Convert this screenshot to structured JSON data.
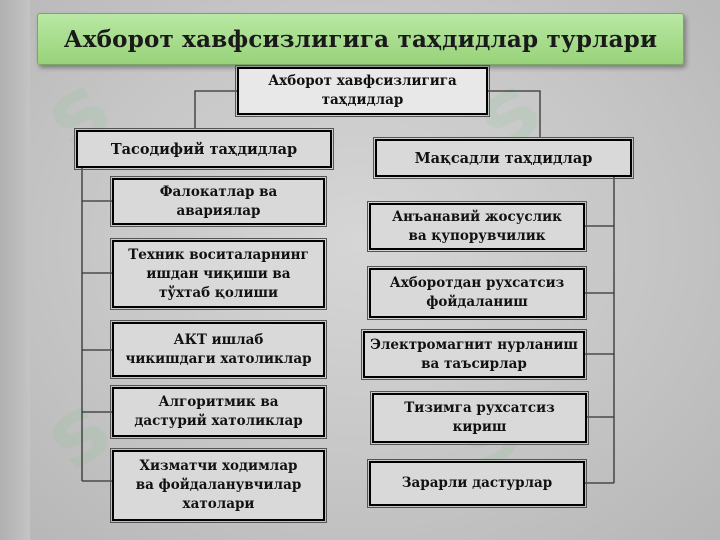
{
  "slide": {
    "title": "Ахборот хавфсизлигига таҳдидлар турлари"
  },
  "diagram": {
    "root": "Ахборот  хавфсизлигига\nтаҳдидлар",
    "left": {
      "heading": "Тасодифий таҳдидлар",
      "items": [
        "Фалокатлар ва\nавариялар",
        "Техник воситаларнинг\nишдан чиқиши ва\nтўхтаб қолиши",
        "АКТ ишлаб\nчикишдаги хатоликлар",
        "Алгоритмик ва\nдастурий хатоликлар",
        "Хизматчи ходимлар\nва фойдаланувчилар\nхатолари"
      ]
    },
    "right": {
      "heading": "Мақсадли  таҳдидлар",
      "items": [
        "Анъанавий жосуслик\nва қупорувчилик",
        "Ахборотдан рухсатсиз\nфойдаланиш",
        "Электромагнит нурланиш\nва  таъсирлар",
        "Тизимга рухсатсиз\nкириш",
        "Зарарли дастурлар"
      ]
    }
  },
  "colors": {
    "title_bar": "#a8dc8c",
    "box_fill": "#d9d9d9",
    "border": "#000000"
  }
}
